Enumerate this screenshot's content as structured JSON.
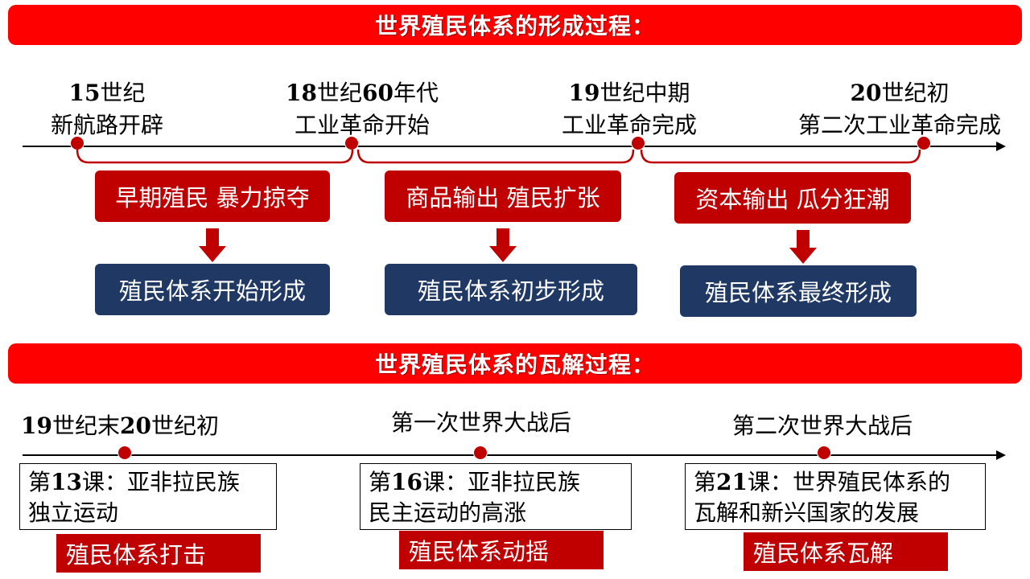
{
  "formation": {
    "title": "世界殖民体系的形成过程：",
    "nodes": [
      {
        "num": "15",
        "unit": "世纪",
        "event": "新航路开辟"
      },
      {
        "num": "18",
        "unit": "世纪",
        "num2": "60",
        "unit2": "年代",
        "event": "工业革命开始"
      },
      {
        "num": "19",
        "unit": "世纪中期",
        "event": "工业革命完成"
      },
      {
        "num": "20",
        "unit": "世纪初",
        "event": "第二次工业革命完成"
      }
    ],
    "stages": [
      {
        "action": "早期殖民 暴力掠夺",
        "result": "殖民体系开始形成"
      },
      {
        "action": "商品输出 殖民扩张",
        "result": "殖民体系初步形成"
      },
      {
        "action": "资本输出 瓜分狂潮",
        "result": "殖民体系最终形成"
      }
    ]
  },
  "collapse": {
    "title": "世界殖民体系的瓦解过程：",
    "nodes": [
      {
        "num": "19",
        "unit": "世纪末",
        "num2": "20",
        "unit2": "世纪初"
      },
      {
        "label": "第一次世界大战后"
      },
      {
        "label": "第二次世界大战后"
      }
    ],
    "lessons": [
      {
        "prefix": "第",
        "num": "13",
        "rest_line1": "课：亚非拉民族",
        "line2": "独立运动",
        "tag": "殖民体系打击"
      },
      {
        "prefix": "第",
        "num": "16",
        "rest_line1": "课：亚非拉民族",
        "line2": "民主运动的高涨",
        "tag": "殖民体系动摇"
      },
      {
        "prefix": "第",
        "num": "21",
        "rest_line1": "课：世界殖民体系的",
        "line2": "瓦解和新兴国家的发展",
        "tag": "殖民体系瓦解"
      }
    ]
  },
  "colors": {
    "banner": "#ff0000",
    "dot": "#c00000",
    "red_box": "#c00000",
    "blue_box": "#1f3864"
  }
}
